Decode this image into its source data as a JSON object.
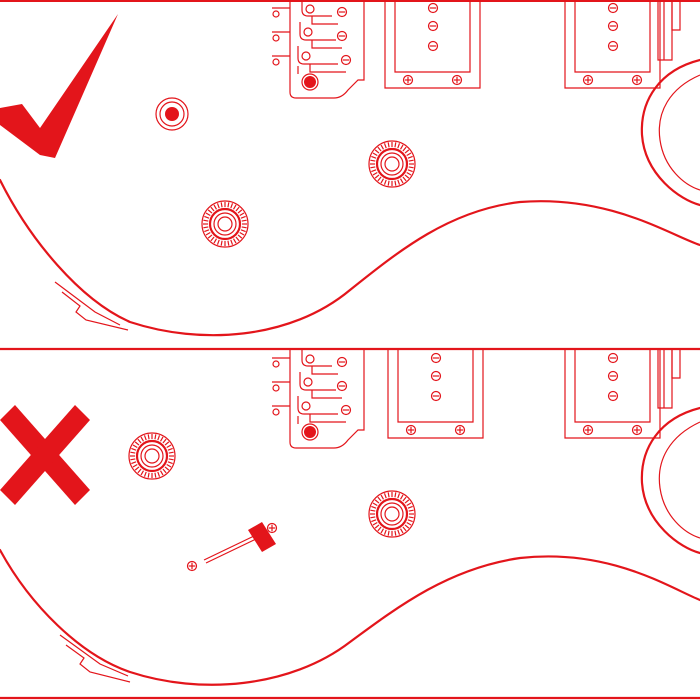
{
  "colors": {
    "accent": "#e3151b",
    "background": "#ffffff"
  },
  "panels": [
    {
      "id": "correct",
      "status_icon": "check-mark-icon",
      "controls": [
        {
          "kind": "input-jack",
          "name": "jack-socket"
        },
        {
          "kind": "knob",
          "name": "knob-upper"
        },
        {
          "kind": "knob",
          "name": "knob-lower"
        }
      ]
    },
    {
      "id": "incorrect",
      "status_icon": "x-mark-icon",
      "controls": [
        {
          "kind": "knob",
          "name": "knob-upper"
        },
        {
          "kind": "knob",
          "name": "knob-lower"
        },
        {
          "kind": "lever-switch",
          "name": "pickup-selector-lever"
        }
      ]
    }
  ]
}
